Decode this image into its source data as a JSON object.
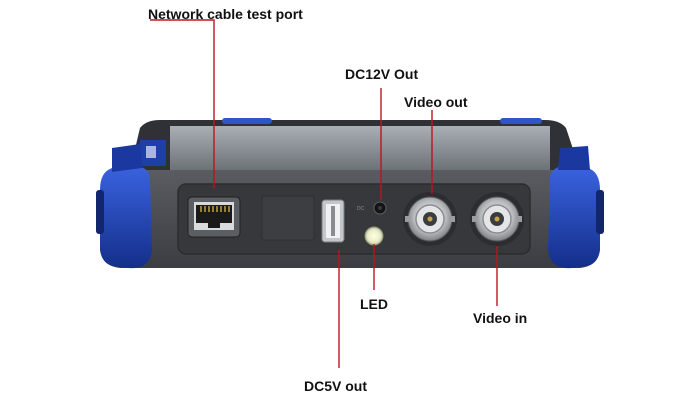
{
  "labels": {
    "network_port": "Network cable test port",
    "dc12v_out": "DC12V Out",
    "video_out": "Video out",
    "led": "LED",
    "video_in": "Video in",
    "dc5v_out": "DC5V out"
  },
  "colors": {
    "leader_line": "#c0121e",
    "housing": "#4a4c51",
    "bumper": "#1c3fb0",
    "panel": "#3a3c40"
  }
}
